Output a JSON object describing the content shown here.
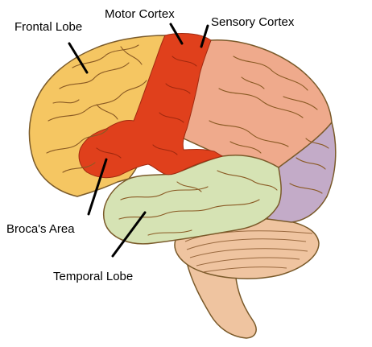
{
  "labels": {
    "frontal_lobe": "Frontal Lobe",
    "motor_cortex": "Motor Cortex",
    "sensory_cortex": "Sensory Cortex",
    "brocas_area": "Broca's Area",
    "temporal_lobe": "Temporal Lobe"
  },
  "colors": {
    "frontal": "#f5c662",
    "motor": "#e0401c",
    "sensory": "#efaa8c",
    "temporal": "#d6e3b4",
    "occipital": "#c3abc8",
    "cerebellum": "#efc4a0",
    "brainstem": "#efc4a0",
    "outline": "#7a5a2a",
    "leader": "#000000"
  }
}
